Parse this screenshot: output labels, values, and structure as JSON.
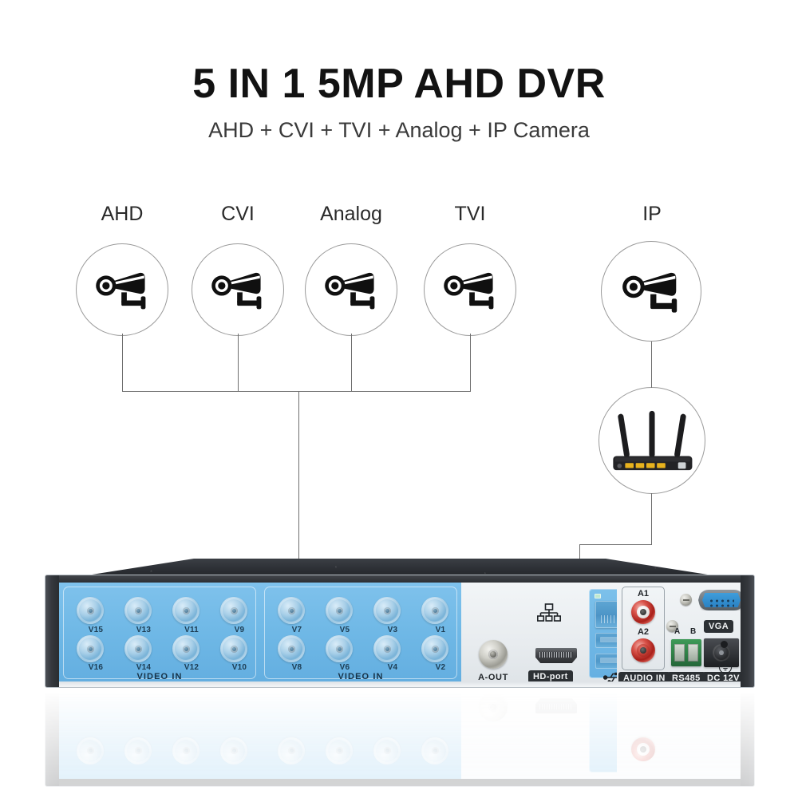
{
  "header": {
    "title": "5 IN 1 5MP AHD DVR",
    "subtitle": "AHD + CVI + TVI + Analog + IP Camera"
  },
  "camera_nodes": [
    {
      "label": "AHD",
      "icon": "cctv-camera-icon"
    },
    {
      "label": "CVI",
      "icon": "cctv-camera-icon"
    },
    {
      "label": "Analog",
      "icon": "cctv-camera-icon"
    },
    {
      "label": "TVI",
      "icon": "cctv-camera-icon"
    },
    {
      "label": "IP",
      "icon": "cctv-camera-icon"
    }
  ],
  "router_node": {
    "icon": "wifi-router-icon"
  },
  "dvr": {
    "video_in_left": {
      "section_label": "VIDEO IN",
      "top_row": [
        "V15",
        "V13",
        "V11",
        "V9"
      ],
      "bottom_row": [
        "V16",
        "V14",
        "V12",
        "V10"
      ]
    },
    "video_in_right": {
      "section_label": "VIDEO IN",
      "top_row": [
        "V7",
        "V5",
        "V3",
        "V1"
      ],
      "bottom_row": [
        "V8",
        "V6",
        "V4",
        "V2"
      ]
    },
    "mid_section": {
      "audio_out_label": "A-OUT",
      "hdmi_label": "HD-port",
      "network_icon": "network-lan-icon",
      "usb_icon": "usb-icon"
    },
    "right_section": {
      "audio_in_label": "AUDIO IN",
      "audio_in_channels": [
        "A1",
        "A2"
      ],
      "vga_label": "VGA",
      "rs485_label": "RS485",
      "rs485_terminals": [
        "A",
        "B"
      ],
      "power_label": "DC 12V",
      "ground_icon": "ground-earth-icon"
    }
  },
  "colors": {
    "panel_blue": "#6fb8e6",
    "bezel_dark": "#2c2f33",
    "vga_blue": "#2a82c4",
    "rca_red": "#a8201a",
    "rs485_green": "#2f8046",
    "line_gray": "#6e6e6e"
  }
}
